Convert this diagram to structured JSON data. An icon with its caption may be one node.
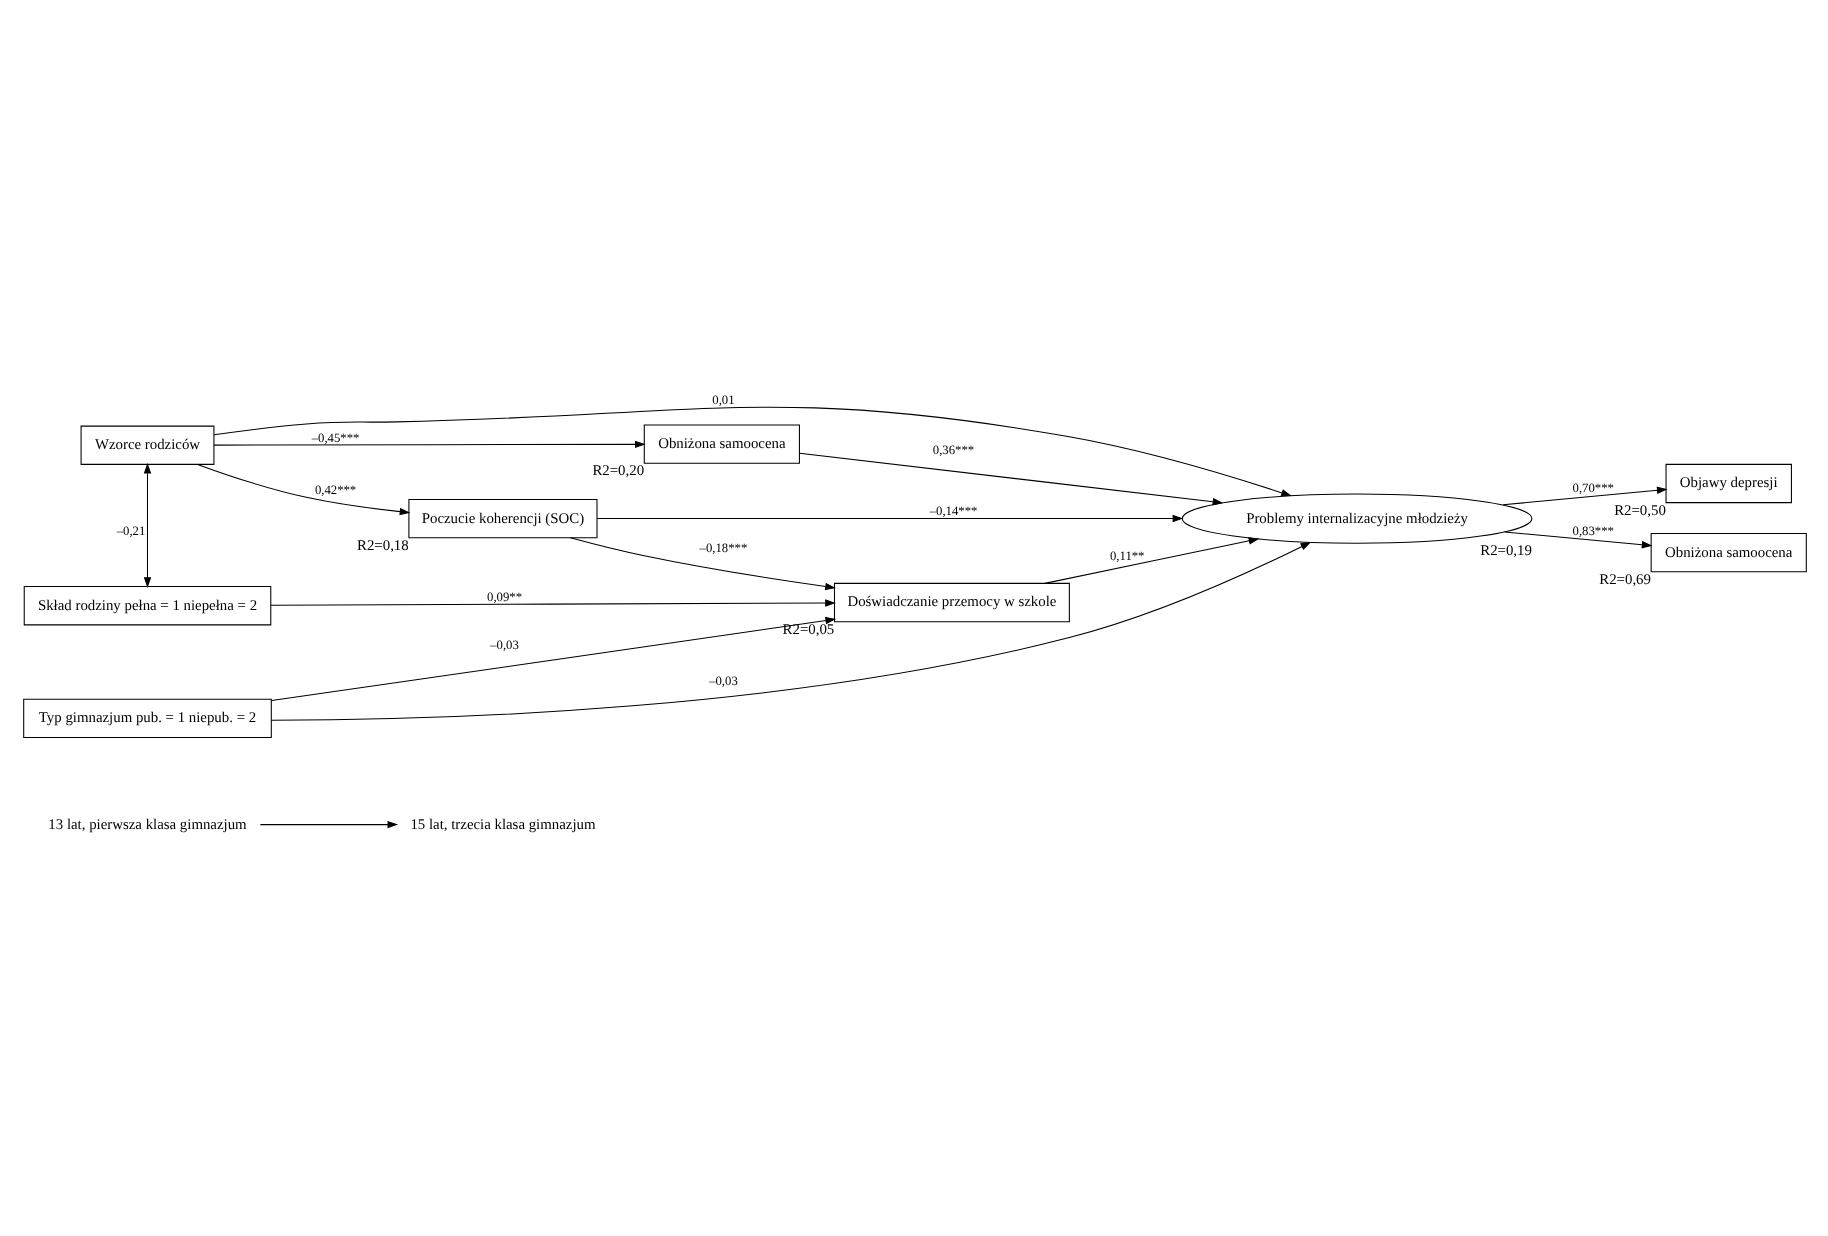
{
  "diagram": {
    "nodes": [
      {
        "text": [
          "13 lat, pierwsza klasa gimnazjum"
        ]
      },
      {
        "text": [
          "15 lat, trzecia klasa gimnazjum"
        ]
      },
      {
        "text": [
          "Wzorce rodziców"
        ]
      },
      {
        "text": [
          "Obniżona samoocena"
        ],
        "beside": [
          "R2=0,20"
        ]
      },
      {
        "text": [
          "Poczucie koherencji (SOC)"
        ],
        "beside": [
          "R2=0,18"
        ]
      },
      {
        "text": [
          "Skład rodziny pełna = 1 niepełna = 2"
        ]
      },
      {
        "text": [
          "Doświadczanie przemocy w szkole"
        ],
        "beside": [
          "R2=0,05"
        ]
      },
      {
        "text": [
          "Typ gimnazjum pub. = 1 niepub. = 2"
        ]
      },
      {
        "text": [
          "Problemy internalizacyjne młodzieży"
        ],
        "beside": [
          "R2=0,19"
        ]
      },
      {
        "text": [
          "Objawy depresji"
        ],
        "beside": [
          "R2=0,50"
        ]
      },
      {
        "text": [
          "Obniżona samoocena"
        ],
        "beside": [
          "R2=0,69"
        ]
      }
    ],
    "edges": [
      {
        "from": 0,
        "to": 1,
        "arrow": "to"
      },
      {
        "from": 2,
        "to": 8,
        "arrow": "to",
        "label": "0,01"
      },
      {
        "from": 2,
        "to": 3,
        "arrow": "to",
        "label": "–0,45***"
      },
      {
        "from": 2,
        "to": 4,
        "arrow": "to",
        "label": "0,42***"
      },
      {
        "from": 2,
        "to": 5,
        "arrow": "both",
        "label": "–0,21"
      },
      {
        "from": 3,
        "to": 8,
        "arrow": "to",
        "label": "0,36***"
      },
      {
        "from": 4,
        "to": 8,
        "arrow": "to",
        "label": "–0,14***"
      },
      {
        "from": 4,
        "to": 6,
        "arrow": "to",
        "label": "–0,18***"
      },
      {
        "from": 5,
        "to": 6,
        "arrow": "to",
        "label": "0,09**"
      },
      {
        "from": 6,
        "to": 8,
        "arrow": "to",
        "label": "0,11**"
      },
      {
        "from": 7,
        "to": 6,
        "arrow": "to",
        "label": "–0,03"
      },
      {
        "from": 7,
        "to": 8,
        "arrow": "to",
        "label": "–0,03"
      },
      {
        "from": 8,
        "to": 9,
        "arrow": "to",
        "label": "0,70***"
      },
      {
        "from": 8,
        "to": 10,
        "arrow": "to",
        "label": "0,83***"
      }
    ]
  }
}
